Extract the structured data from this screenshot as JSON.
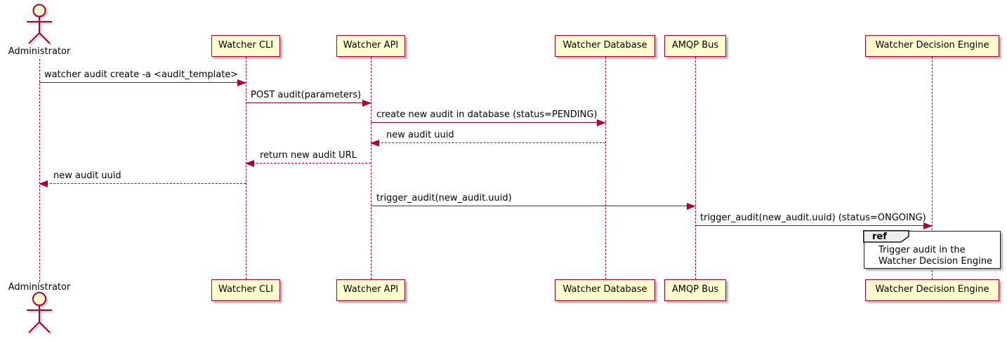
{
  "diagram": {
    "type": "sequence",
    "actor": {
      "label": "Administrator"
    },
    "participants": [
      {
        "label": "Watcher CLI"
      },
      {
        "label": "Watcher API"
      },
      {
        "label": "Watcher Database"
      },
      {
        "label": "AMQP Bus"
      },
      {
        "label": "Watcher Decision Engine"
      }
    ],
    "messages": [
      {
        "from": "Administrator",
        "to": "Watcher CLI",
        "line": "solid",
        "text": "watcher audit create -a <audit_template>"
      },
      {
        "from": "Watcher CLI",
        "to": "Watcher API",
        "line": "solid",
        "text": "POST audit(parameters)"
      },
      {
        "from": "Watcher API",
        "to": "Watcher Database",
        "line": "solid",
        "text": "create new audit in database (status=PENDING)"
      },
      {
        "from": "Watcher Database",
        "to": "Watcher API",
        "line": "dashed",
        "text": "new audit uuid"
      },
      {
        "from": "Watcher API",
        "to": "Watcher CLI",
        "line": "dashed",
        "text": "return new audit URL"
      },
      {
        "from": "Watcher CLI",
        "to": "Administrator",
        "line": "dashed",
        "text": "new audit uuid"
      },
      {
        "from": "Watcher API",
        "to": "AMQP Bus",
        "line": "solid",
        "text": "trigger_audit(new_audit.uuid)"
      },
      {
        "from": "AMQP Bus",
        "to": "Watcher Decision Engine",
        "line": "solid",
        "text": "trigger_audit(new_audit.uuid) (status=ONGOING)"
      }
    ],
    "ref_fragment": {
      "keyword": "ref",
      "over": "Watcher Decision Engine",
      "text_lines": [
        "Trigger audit in the",
        "Watcher Decision Engine"
      ]
    },
    "colors": {
      "background": "#FFFFFF",
      "participant_fill": "#FEFECE",
      "stroke": "#A80036",
      "arrow": "#A80036",
      "lifeline": "#A80036",
      "text": "#000000",
      "ref_border": "#181818",
      "ref_header_fill": "#EEEEEE"
    }
  }
}
